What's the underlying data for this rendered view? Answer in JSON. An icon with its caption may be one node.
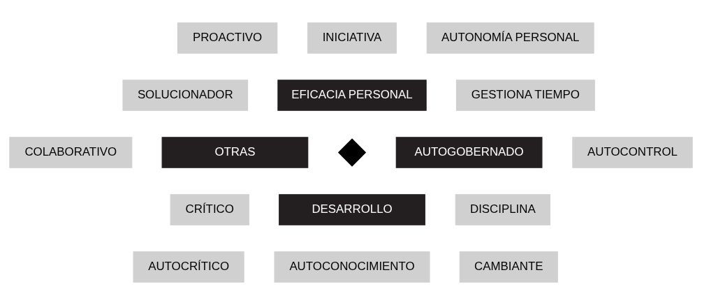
{
  "diagram": {
    "nodes": [
      {
        "text": [
          "PROACTIVO"
        ]
      },
      {
        "text": [
          "INICIATIVA"
        ]
      },
      {
        "text": [
          "AUTONOMÍA PERSONAL"
        ]
      },
      {
        "text": [
          "SOLUCIONADOR"
        ]
      },
      {
        "text": [
          "EFICACIA PERSONAL"
        ]
      },
      {
        "text": [
          "GESTIONA TIEMPO"
        ]
      },
      {
        "text": [
          "COLABORATIVO"
        ]
      },
      {
        "text": [
          "OTRAS"
        ]
      },
      {
        "text": [],
        "shape": "diamond"
      },
      {
        "text": [
          "AUTOGOBERNADO"
        ]
      },
      {
        "text": [
          "AUTOCONTROL"
        ]
      },
      {
        "text": [
          "CRÍTICO"
        ]
      },
      {
        "text": [
          "DESARROLLO"
        ]
      },
      {
        "text": [
          "DISCIPLINA"
        ]
      },
      {
        "text": [
          "AUTOCRÍTICO"
        ]
      },
      {
        "text": [
          "AUTOCONOCIMIENTO"
        ]
      },
      {
        "text": [
          "CAMBIANTE"
        ]
      }
    ],
    "edges": []
  }
}
